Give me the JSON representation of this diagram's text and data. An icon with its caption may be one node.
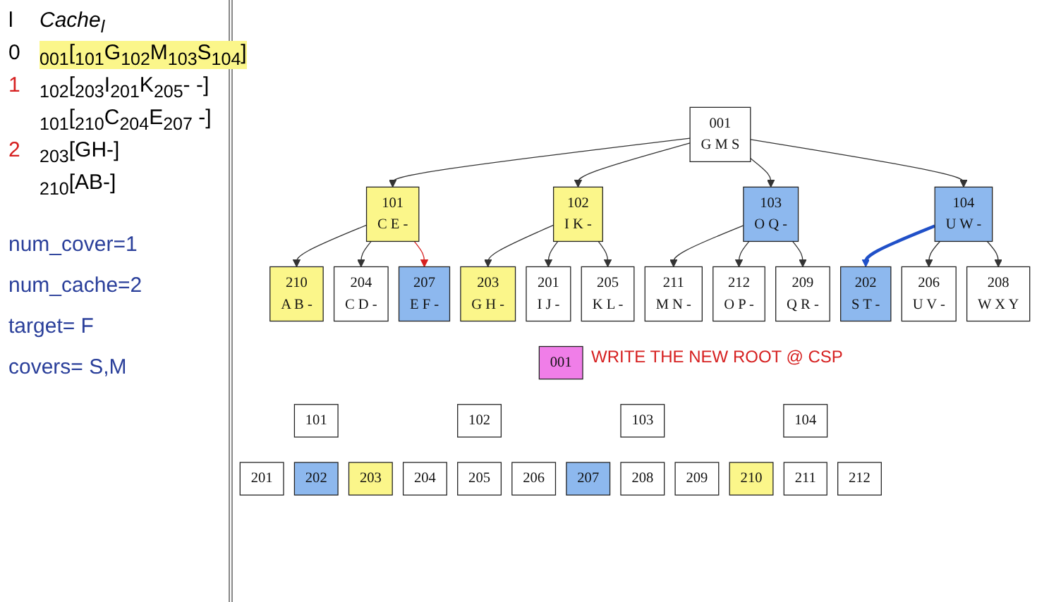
{
  "diagram": {
    "nodes": [
      {
        "text": [
          "001",
          "G M S"
        ]
      },
      {
        "text": [
          "101",
          "C E -"
        ]
      },
      {
        "text": [
          "102",
          "I K -"
        ]
      },
      {
        "text": [
          "103",
          "O Q -"
        ]
      },
      {
        "text": [
          "104",
          "U W -"
        ]
      },
      {
        "text": [
          "201",
          "I J -"
        ]
      },
      {
        "text": [
          "202",
          "S T -"
        ]
      },
      {
        "text": [
          "203",
          "G H -"
        ]
      },
      {
        "text": [
          "204",
          "C D -"
        ]
      },
      {
        "text": [
          "205",
          "K L -"
        ]
      },
      {
        "text": [
          "206",
          "U V -"
        ]
      },
      {
        "text": [
          "207",
          "E F -"
        ]
      },
      {
        "text": [
          "208",
          "W X Y"
        ]
      },
      {
        "text": [
          "209",
          "Q R -"
        ]
      },
      {
        "text": [
          "210",
          "A B -"
        ]
      },
      {
        "text": [
          "211",
          "M N -"
        ]
      },
      {
        "text": [
          "212",
          "O P -"
        ]
      },
      {
        "text": [
          "001"
        ],
        "beside": [
          "WRITE THE NEW ROOT @ CSP"
        ]
      },
      {
        "text": [
          "101"
        ]
      },
      {
        "text": [
          "102"
        ]
      },
      {
        "text": [
          "103"
        ]
      },
      {
        "text": [
          "104"
        ]
      },
      {
        "text": [
          "201"
        ]
      },
      {
        "text": [
          "202"
        ]
      },
      {
        "text": [
          "203"
        ]
      },
      {
        "text": [
          "204"
        ]
      },
      {
        "text": [
          "205"
        ]
      },
      {
        "text": [
          "206"
        ]
      },
      {
        "text": [
          "207"
        ]
      },
      {
        "text": [
          "208"
        ]
      },
      {
        "text": [
          "209"
        ]
      },
      {
        "text": [
          "210"
        ]
      },
      {
        "text": [
          "211"
        ]
      },
      {
        "text": [
          "212"
        ]
      }
    ],
    "edges": [
      {
        "from": 0,
        "to": 1,
        "arrow": "to"
      },
      {
        "from": 0,
        "to": 2,
        "arrow": "to"
      },
      {
        "from": 0,
        "to": 3,
        "arrow": "to"
      },
      {
        "from": 0,
        "to": 4,
        "arrow": "to"
      },
      {
        "from": 1,
        "to": 14,
        "arrow": "to"
      },
      {
        "from": 1,
        "to": 8,
        "arrow": "to"
      },
      {
        "from": 1,
        "to": 11,
        "arrow": "to",
        "color": "#d62020"
      },
      {
        "from": 2,
        "to": 7,
        "arrow": "to"
      },
      {
        "from": 2,
        "to": 5,
        "arrow": "to"
      },
      {
        "from": 2,
        "to": 9,
        "arrow": "to"
      },
      {
        "from": 3,
        "to": 15,
        "arrow": "to"
      },
      {
        "from": 3,
        "to": 16,
        "arrow": "to"
      },
      {
        "from": 3,
        "to": 13,
        "arrow": "to"
      },
      {
        "from": 4,
        "to": 6,
        "arrow": "to",
        "color": "#2050c8",
        "style": "thick"
      },
      {
        "from": 4,
        "to": 10,
        "arrow": "to"
      },
      {
        "from": 4,
        "to": 12,
        "arrow": "to"
      }
    ],
    "labels": [
      "l",
      "Cache$_{l}$",
      "0",
      "$_{001}$[$_{101}$G$_{102}$M$_{103}$S$_{104}$]",
      "1",
      "$_{102}$[$_{203}$I$_{201}$K$_{205}$- -]",
      "$_{101}$[$_{210}$C$_{204}$E$_{207}$ -]",
      "2",
      "$_{203}$[GH-]",
      "$_{210}$[AB-]",
      "num_cover=1",
      "num_cache=2",
      "target= F",
      "covers= S,M"
    ]
  }
}
